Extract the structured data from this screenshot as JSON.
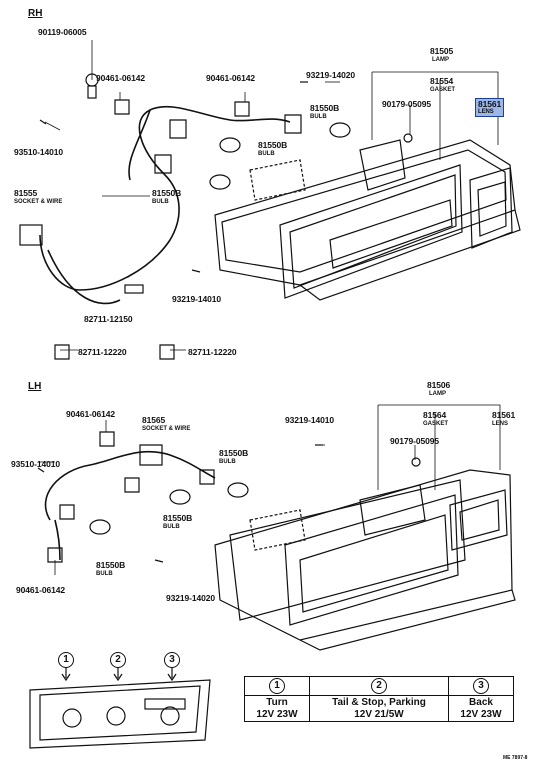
{
  "sections": {
    "rh": "RH",
    "lh": "LH"
  },
  "rh_parts": {
    "p90119": "90119-06005",
    "p90461a": "90461-06142",
    "p90461b": "90461-06142",
    "p93219a": "93219-14020",
    "p81505": "81505",
    "p81505_sub": "LAMP",
    "p81554": "81554",
    "p81554_sub": "GASKET",
    "p81550b_a": "81550B",
    "p81550b_a_sub": "BULB",
    "p90179": "90179-05095",
    "p81561": "81561",
    "p81561_sub": "LENS",
    "p93510": "93510-14010",
    "p81550b_b": "81550B",
    "p81550b_b_sub": "BULB",
    "p81555": "81555",
    "p81555_sub": "SOCKET & WIRE",
    "p81550b_c": "81550B",
    "p81550b_c_sub": "BULB",
    "p93219b": "93219-14010",
    "p82711a": "82711-12150",
    "p82711b": "82711-12220",
    "p82711c": "82711-12220"
  },
  "lh_parts": {
    "p81506": "81506",
    "p81506_sub": "LAMP",
    "p90461a": "90461-06142",
    "p81565": "81565",
    "p81565_sub": "SOCKET & WIRE",
    "p93219a": "93219-14010",
    "p81564": "81564",
    "p81564_sub": "GASKET",
    "p81561": "81561",
    "p81561_sub": "LENS",
    "p90179": "90179-05095",
    "p93510": "93510-14010",
    "p81550b_a": "81550B",
    "p81550b_a_sub": "BULB",
    "p81550b_b": "81550B",
    "p81550b_b_sub": "BULB",
    "p81550b_c": "81550B",
    "p81550b_c_sub": "BULB",
    "p90461b": "90461-06142",
    "p93219b": "93219-14020"
  },
  "bulb_table": {
    "c1": "1",
    "c2": "2",
    "c3": "3",
    "n1": "Turn",
    "n2": "Tail & Stop, Parking",
    "n3": "Back",
    "s1": "12V 23W",
    "s2": "12V 21/5W",
    "s3": "12V 23W"
  },
  "inset": {
    "m1": "1",
    "m2": "2",
    "m3": "3"
  },
  "ref_code": "ME 7897-8",
  "colors": {
    "highlight_fill": "#9db7ea",
    "highlight_border": "#1b3f95",
    "ink": "#111111"
  }
}
